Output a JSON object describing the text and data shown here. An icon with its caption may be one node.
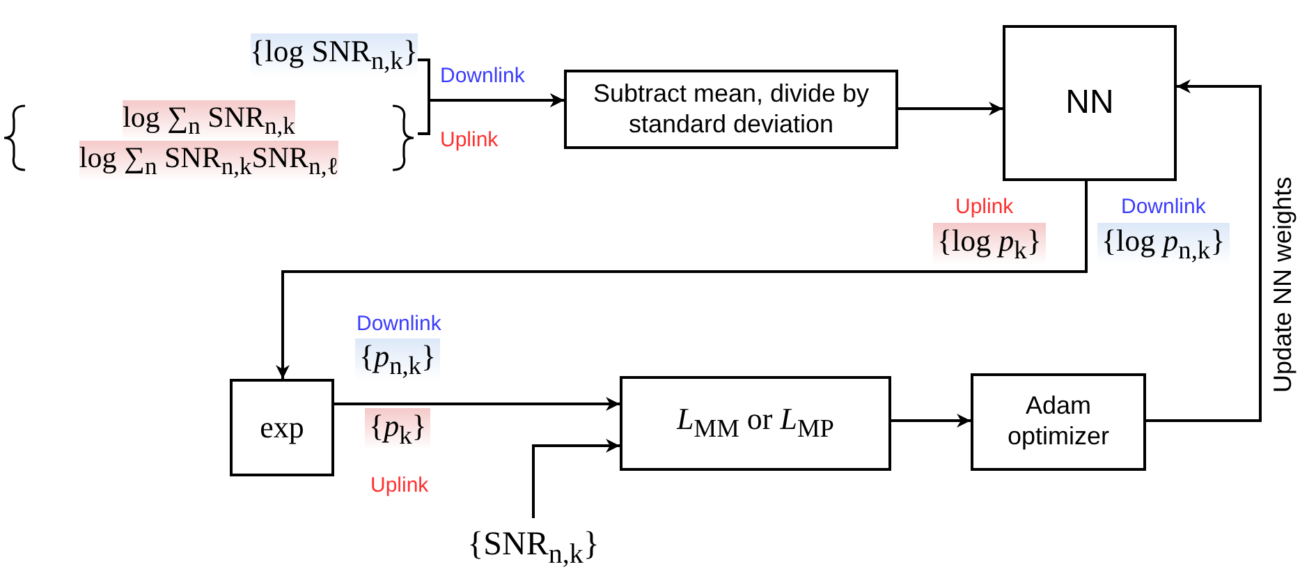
{
  "diagram": {
    "nodes": [
      {
        "text": [
          "{log SNR$_{n,k}$}"
        ],
        "beside": [
          "Downlink"
        ]
      },
      {
        "text": [
          "log ∑$_{n}$ SNR$_{n,k}$",
          "log ∑$_{n}$ SNR$_{n,k}$SNR$_{n,ℓ}$"
        ],
        "beside": [
          "Uplink"
        ]
      },
      {
        "text": [
          "Subtract mean, divide by standard deviation"
        ]
      },
      {
        "text": [
          "NN"
        ]
      },
      {
        "text": [
          "exp"
        ]
      },
      {
        "text": [
          "*L*$_{MM}$ or *L*$_{MP}$"
        ]
      },
      {
        "text": [
          "Adam optimizer"
        ]
      },
      {
        "text": [
          "{SNR$_{n,k}$}"
        ]
      }
    ],
    "edges": [
      {
        "from": 0,
        "to": 2,
        "arrow": "to"
      },
      {
        "from": 1,
        "to": 2,
        "arrow": "to"
      },
      {
        "from": 2,
        "to": 3,
        "arrow": "to"
      },
      {
        "from": 3,
        "to": 4,
        "arrow": "to"
      },
      {
        "from": 4,
        "to": 5,
        "arrow": "to"
      },
      {
        "from": 7,
        "to": 5,
        "arrow": "to"
      },
      {
        "from": 5,
        "to": 6,
        "arrow": "to"
      },
      {
        "from": 6,
        "to": 3,
        "arrow": "to",
        "label": "Update NN weights"
      }
    ],
    "labels": [
      "Uplink",
      "{log *p*$_{k}$}",
      "Downlink",
      "{log *p*$_{n,k}$}",
      "Downlink",
      "{*p*$_{n,k}$}",
      "{*p*$_{k}$}",
      "Uplink"
    ]
  }
}
